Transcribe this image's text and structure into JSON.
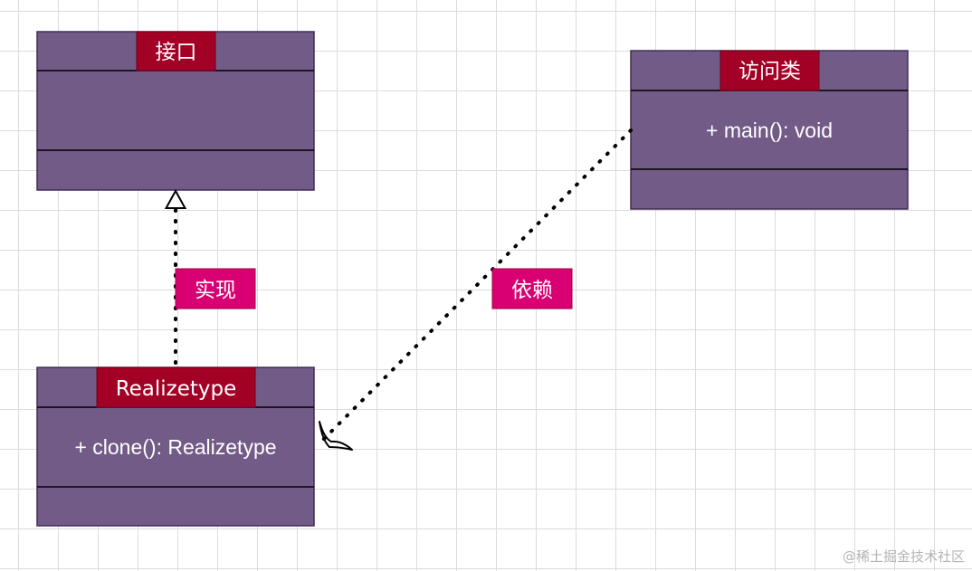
{
  "classes": {
    "interface": {
      "title": "接口",
      "members": []
    },
    "visitor": {
      "title": "访问类",
      "members": [
        "+ main(): void"
      ]
    },
    "realizetype": {
      "title": "Realizetype",
      "members": [
        "+ clone(): Realizetype"
      ]
    }
  },
  "relations": {
    "realization": {
      "label": "实现",
      "from": "Realizetype",
      "to": "接口"
    },
    "dependency": {
      "label": "依赖",
      "from": "访问类",
      "to": "Realizetype"
    }
  },
  "colors": {
    "class_fill": "#735b87",
    "title_fill": "#a20025",
    "label_fill": "#d80073"
  },
  "watermark": "@稀土掘金技术社区"
}
